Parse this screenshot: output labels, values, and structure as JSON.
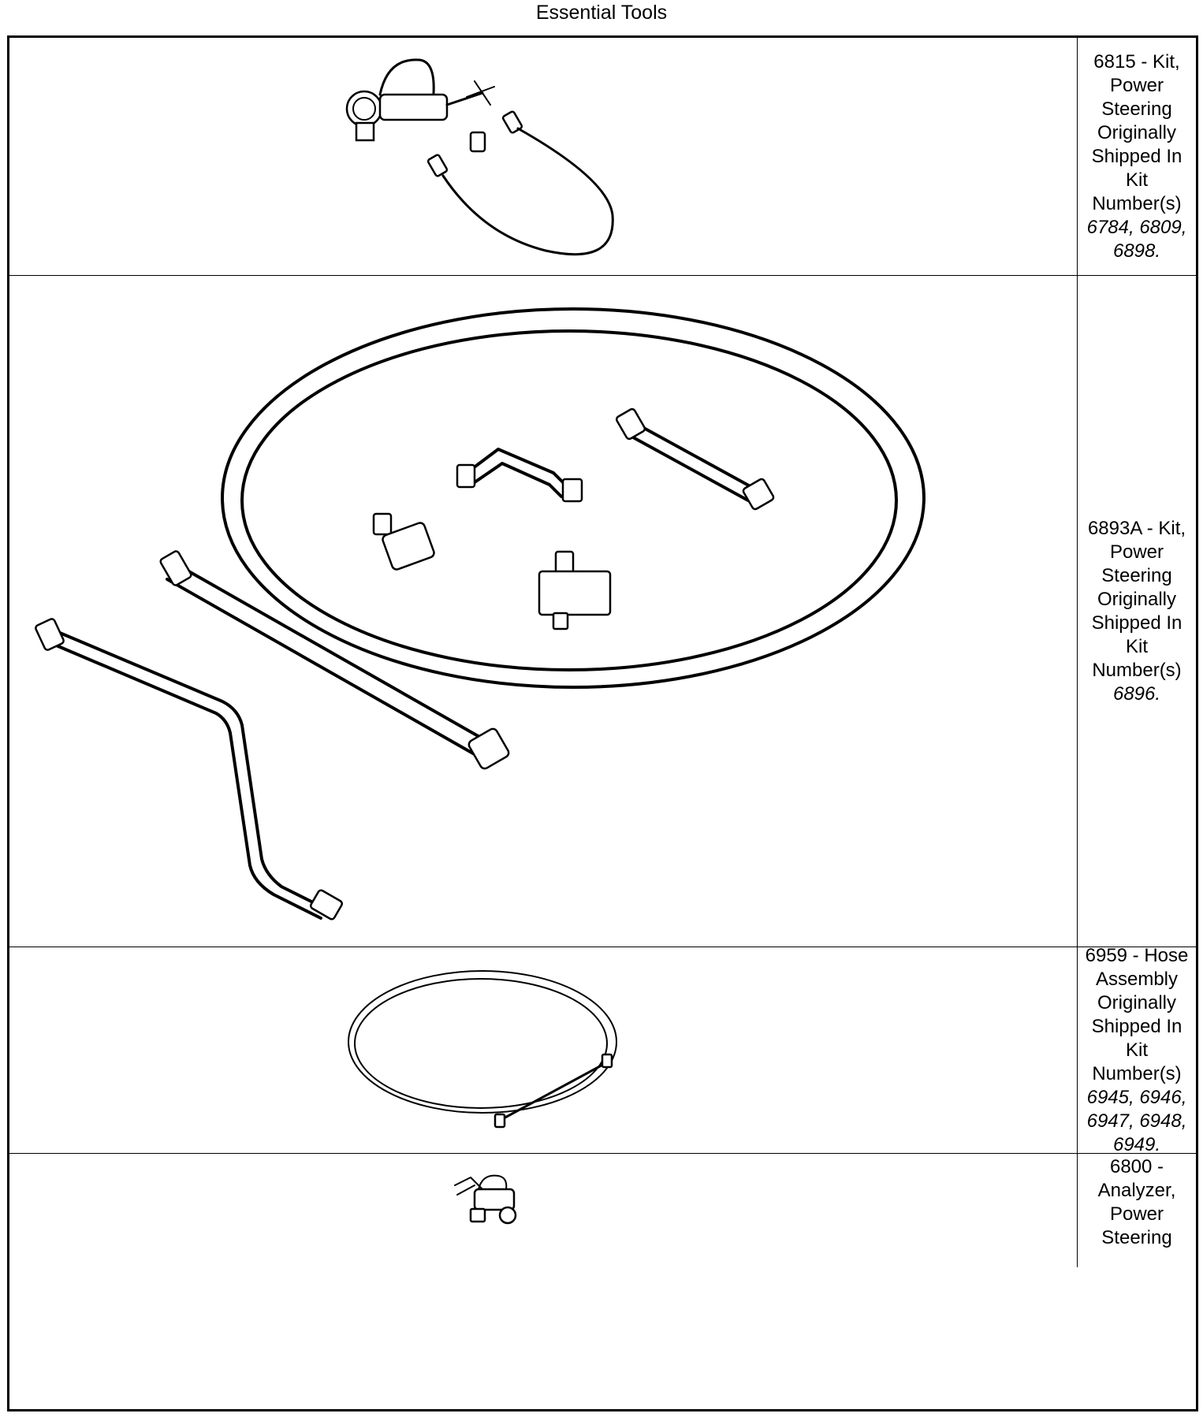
{
  "header": {
    "title": "Essential Tools"
  },
  "rows": [
    {
      "text": "6815 - Kit, Power Steering Originally Shipped In Kit Number(s)",
      "kits": "6784, 6809, 6898."
    },
    {
      "text": "6893A - Kit, Power Steering Originally Shipped In Kit Number(s)",
      "kits": "6896."
    },
    {
      "text": "6959 - Hose Assembly Originally Shipped In Kit Number(s)",
      "kits": "6945, 6946, 6947, 6948, 6949."
    },
    {
      "text": "6800 - Analyzer, Power Steering",
      "kits": ""
    }
  ]
}
